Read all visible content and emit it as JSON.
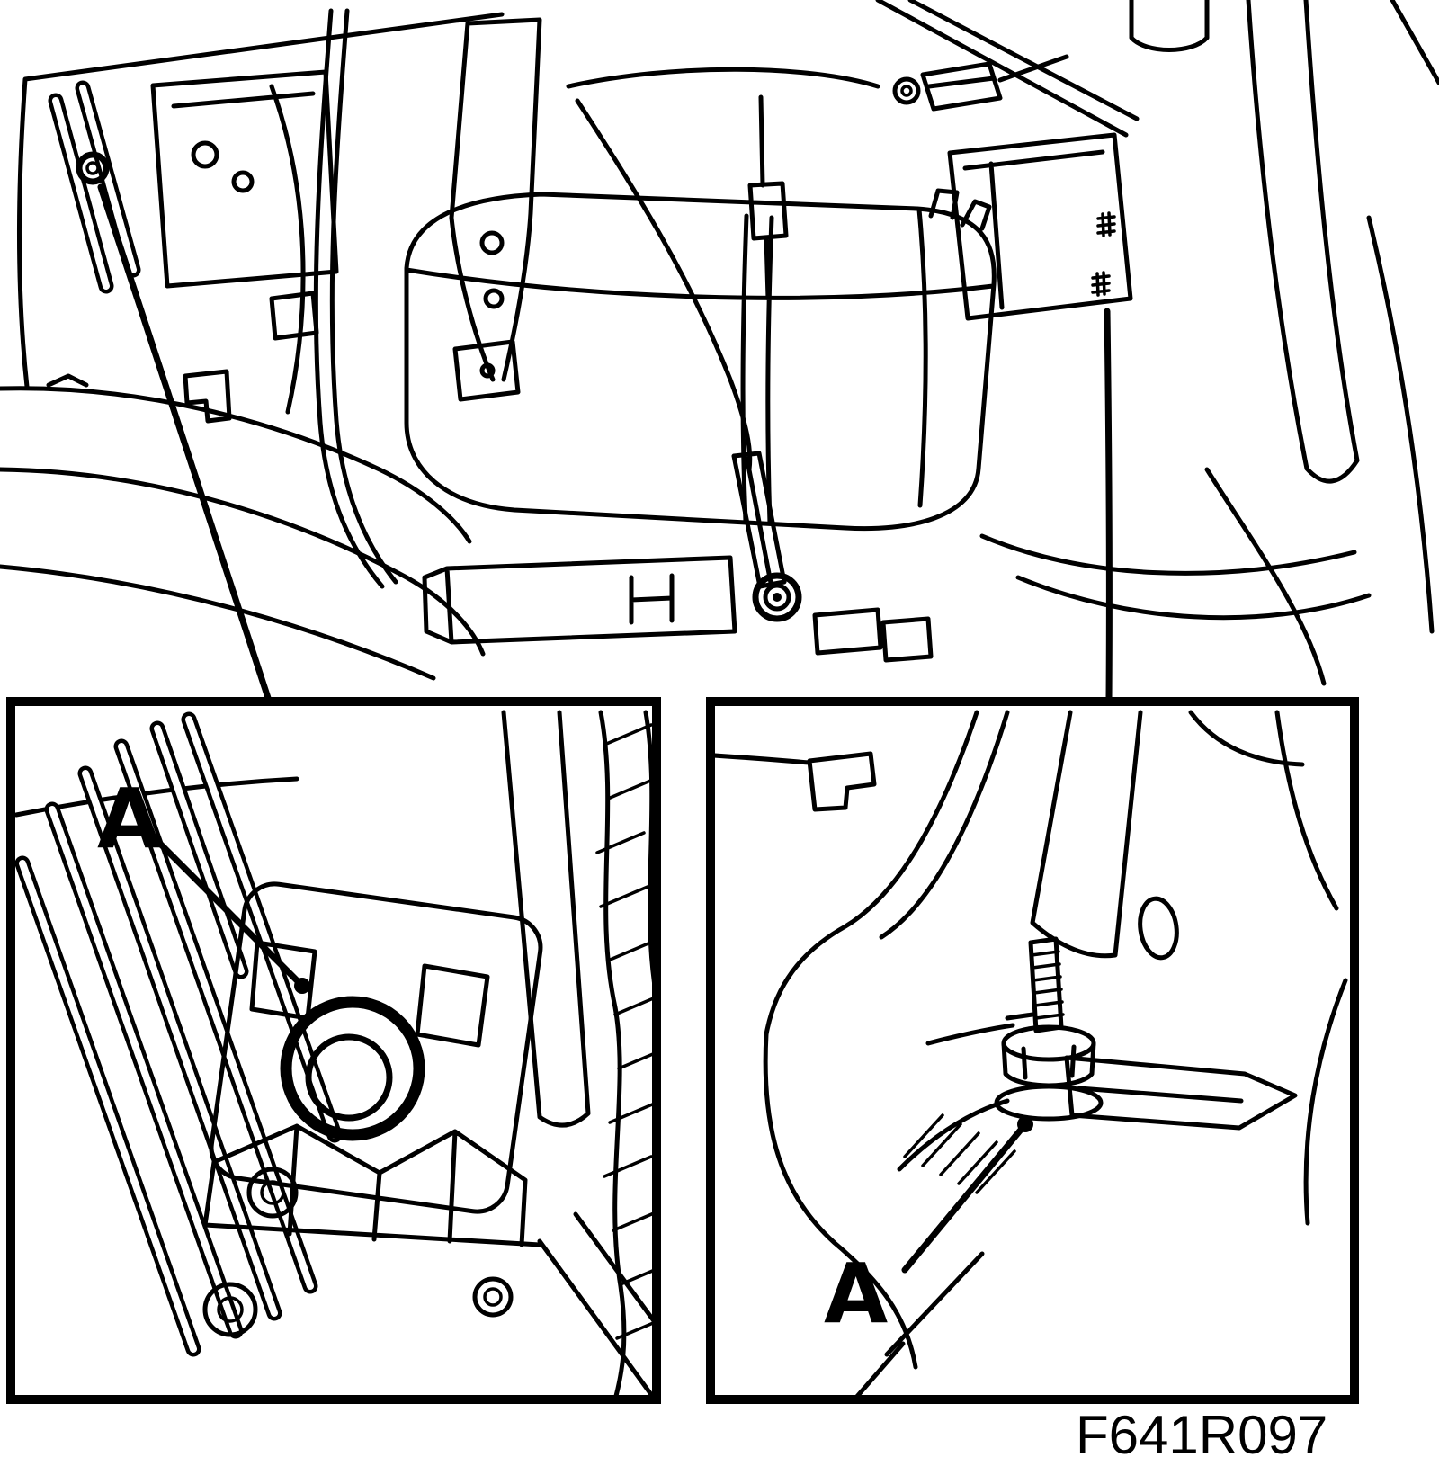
{
  "figure": {
    "code": "F641R097",
    "background_color": "#ffffff",
    "line_color": "#000000",
    "insets": {
      "left": {
        "callout": "A"
      },
      "right": {
        "callout": "A"
      }
    }
  }
}
